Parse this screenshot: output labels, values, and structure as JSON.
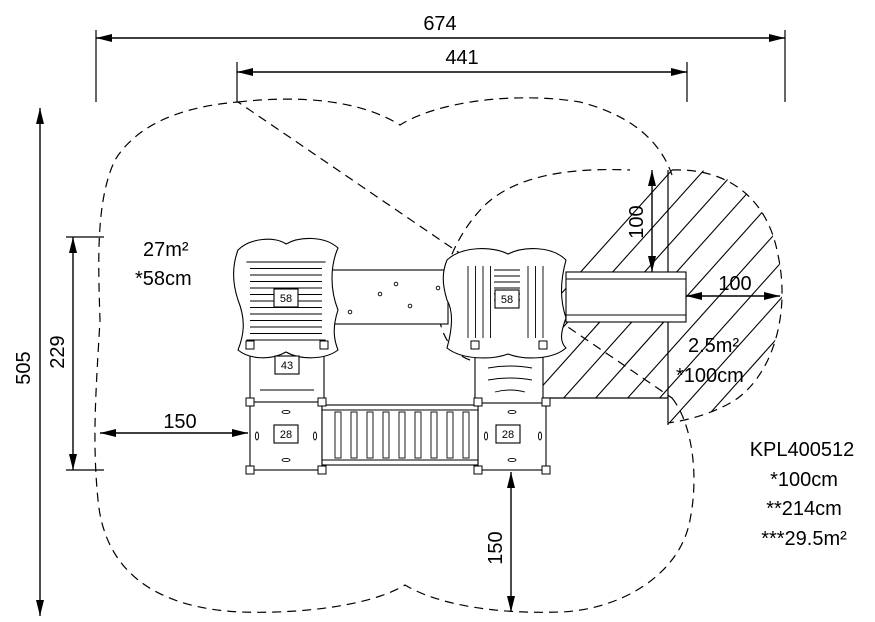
{
  "dimensions": {
    "overall_width": "674",
    "structure_width": "441",
    "overall_depth": "505",
    "structure_depth": "229",
    "left_clearance": "150",
    "bottom_clearance": "150",
    "slide_zone_height": "100",
    "slide_zone_width": "100"
  },
  "zones": {
    "main_area": "27m²",
    "main_fall_height": "*58cm",
    "slide_area": "2.5m²",
    "slide_fall_height": "*100cm"
  },
  "product": {
    "code": "KPL400512",
    "spec_1": "*100cm",
    "spec_2": "**214cm",
    "spec_3": "***29.5m²"
  },
  "component_tags": {
    "left_tower": "58",
    "right_tower": "58",
    "step_block": "43",
    "left_platform": "28",
    "right_platform": "28"
  }
}
